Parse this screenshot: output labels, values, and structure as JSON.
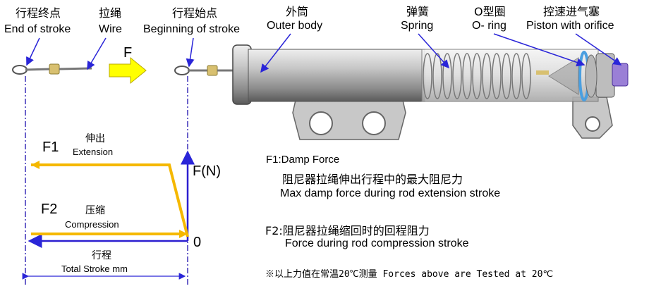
{
  "labels": {
    "end_of_stroke_cn": "行程终点",
    "end_of_stroke_en": "End of stroke",
    "wire_cn": "拉绳",
    "wire_en": "Wire",
    "beginning_cn": "行程始点",
    "beginning_en": "Beginning of stroke",
    "outer_body_cn": "外筒",
    "outer_body_en": "Outer body",
    "spring_cn": "弹簧",
    "spring_en": "Spring",
    "oring_cn": "O型圈",
    "oring_en": "O- ring",
    "piston_cn": "控速进气塞",
    "piston_en": "Piston with orifice",
    "force_arrow": "F"
  },
  "chart": {
    "f1_label": "F1",
    "extension_cn": "伸出",
    "extension_en": "Extension",
    "f2_label": "F2",
    "compression_cn": "压缩",
    "compression_en": "Compression",
    "y_axis": "F(N)",
    "origin": "0",
    "stroke_cn": "行程",
    "stroke_en": "Total Stroke mm"
  },
  "notes": {
    "f1_title": "F1:Damp Force",
    "f1_cn": "阻尼器拉绳伸出行程中的最大阻尼力",
    "f1_en": "Max damp force during rod extension stroke",
    "f2_title": "F2:阻尼器拉绳缩回时的回程阻力",
    "f2_en": "Force during rod compression stroke",
    "footnote": "※以上力值在常温20℃测量 Forces above are Tested at 20℃"
  },
  "colors": {
    "curve": "#f5b800",
    "axis": "#2c1fd0",
    "dash": "#3a2fb8",
    "pointer": "#2a25d8",
    "arrow_fill": "#ffff00"
  }
}
